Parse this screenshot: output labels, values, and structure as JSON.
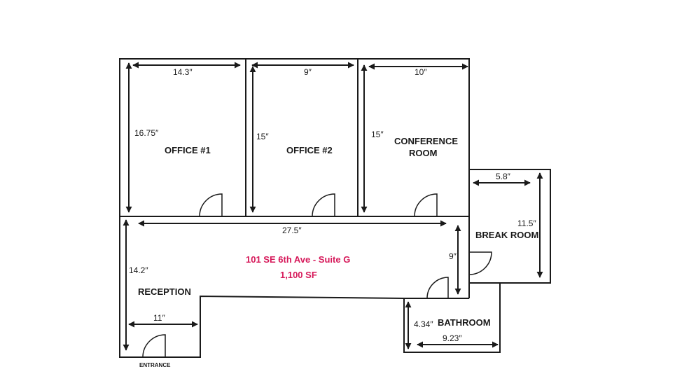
{
  "colors": {
    "wall": "#1a1a1a",
    "title": "#d6195a",
    "background": "#ffffff"
  },
  "title": {
    "address": "101 SE 6th Ave - Suite G",
    "area": "1,100 SF"
  },
  "rooms": {
    "office1": "OFFICE #1",
    "office2": "OFFICE #2",
    "conference_line1": "CONFERENCE",
    "conference_line2": "ROOM",
    "break_room": "BREAK ROOM",
    "reception": "RECEPTION",
    "bathroom": "BATHROOM",
    "entrance": "ENTRANCE"
  },
  "dimensions": {
    "office1_width": "14.3″",
    "office1_height": "16.75″",
    "office2_width": "9″",
    "office2_height": "15″",
    "conference_width": "10″",
    "conference_height": "15″",
    "break_width": "5.8″",
    "break_height": "11.5″",
    "hall_length": "27.5″",
    "reception_height": "14.2″",
    "reception_width": "11″",
    "hall_depth": "9″",
    "bathroom_height": "4.34″",
    "bathroom_width": "9.23″"
  }
}
